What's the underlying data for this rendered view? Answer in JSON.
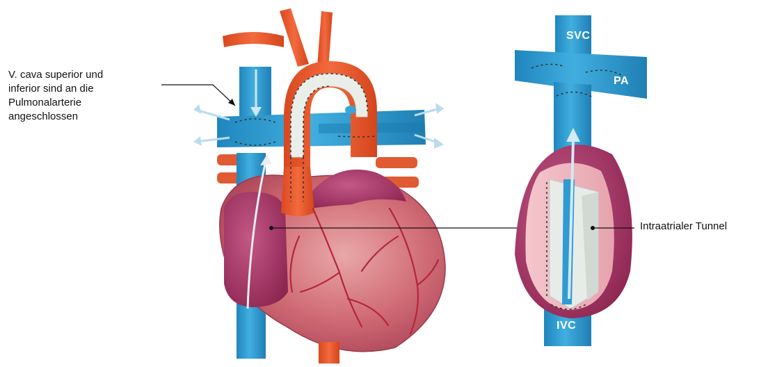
{
  "labels": {
    "vena_cava": {
      "lines": [
        "V. cava superior und",
        "inferior sind an die",
        "Pulmonalarterie",
        "angeschlossen"
      ]
    },
    "tunnel": "Intraatrialer Tunnel"
  },
  "tags": {
    "svc": "SVC",
    "pa": "PA",
    "ivc": "IVC"
  },
  "colors": {
    "vein_blue": "#2f9bd1",
    "vein_dark": "#1f7fb4",
    "artery_red": "#e85a32",
    "heart_pink": "#c9616f",
    "atrium_magenta": "#a2325e",
    "arrow_light": "#cfe7f5",
    "suture": "#3a3a3a"
  }
}
